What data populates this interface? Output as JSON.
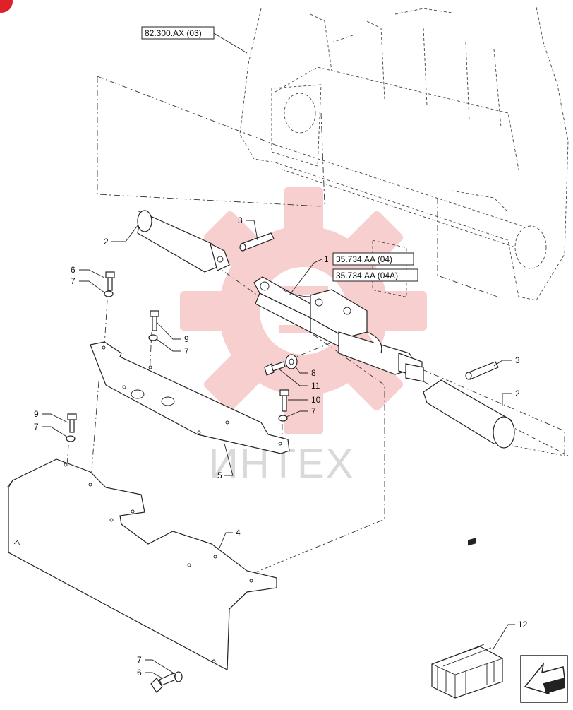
{
  "references": {
    "top": "82.300.AX (03)",
    "right_a": "35.734.AA (04)",
    "right_b": "35.734.AA (04A)"
  },
  "watermark": "ИНТЕХ",
  "callouts": {
    "c1": "1",
    "c2a": "2",
    "c2b": "2",
    "c3a": "3",
    "c3b": "3",
    "c4": "4",
    "c5": "5",
    "c6a": "6",
    "c6b": "6",
    "c7a": "7",
    "c7b": "7",
    "c7c": "7",
    "c7d": "7",
    "c7e": "7",
    "c8": "8",
    "c9a": "9",
    "c9b": "9",
    "c10": "10",
    "c11": "11",
    "c12": "12"
  },
  "colors": {
    "line": "#222222",
    "watermark_red": "#f4a9a9",
    "watermark_gray": "#d9d9d9",
    "badge": "#e0202a"
  },
  "icons": {
    "package": "box-icon",
    "navigation": "arrow-left-down-icon"
  }
}
